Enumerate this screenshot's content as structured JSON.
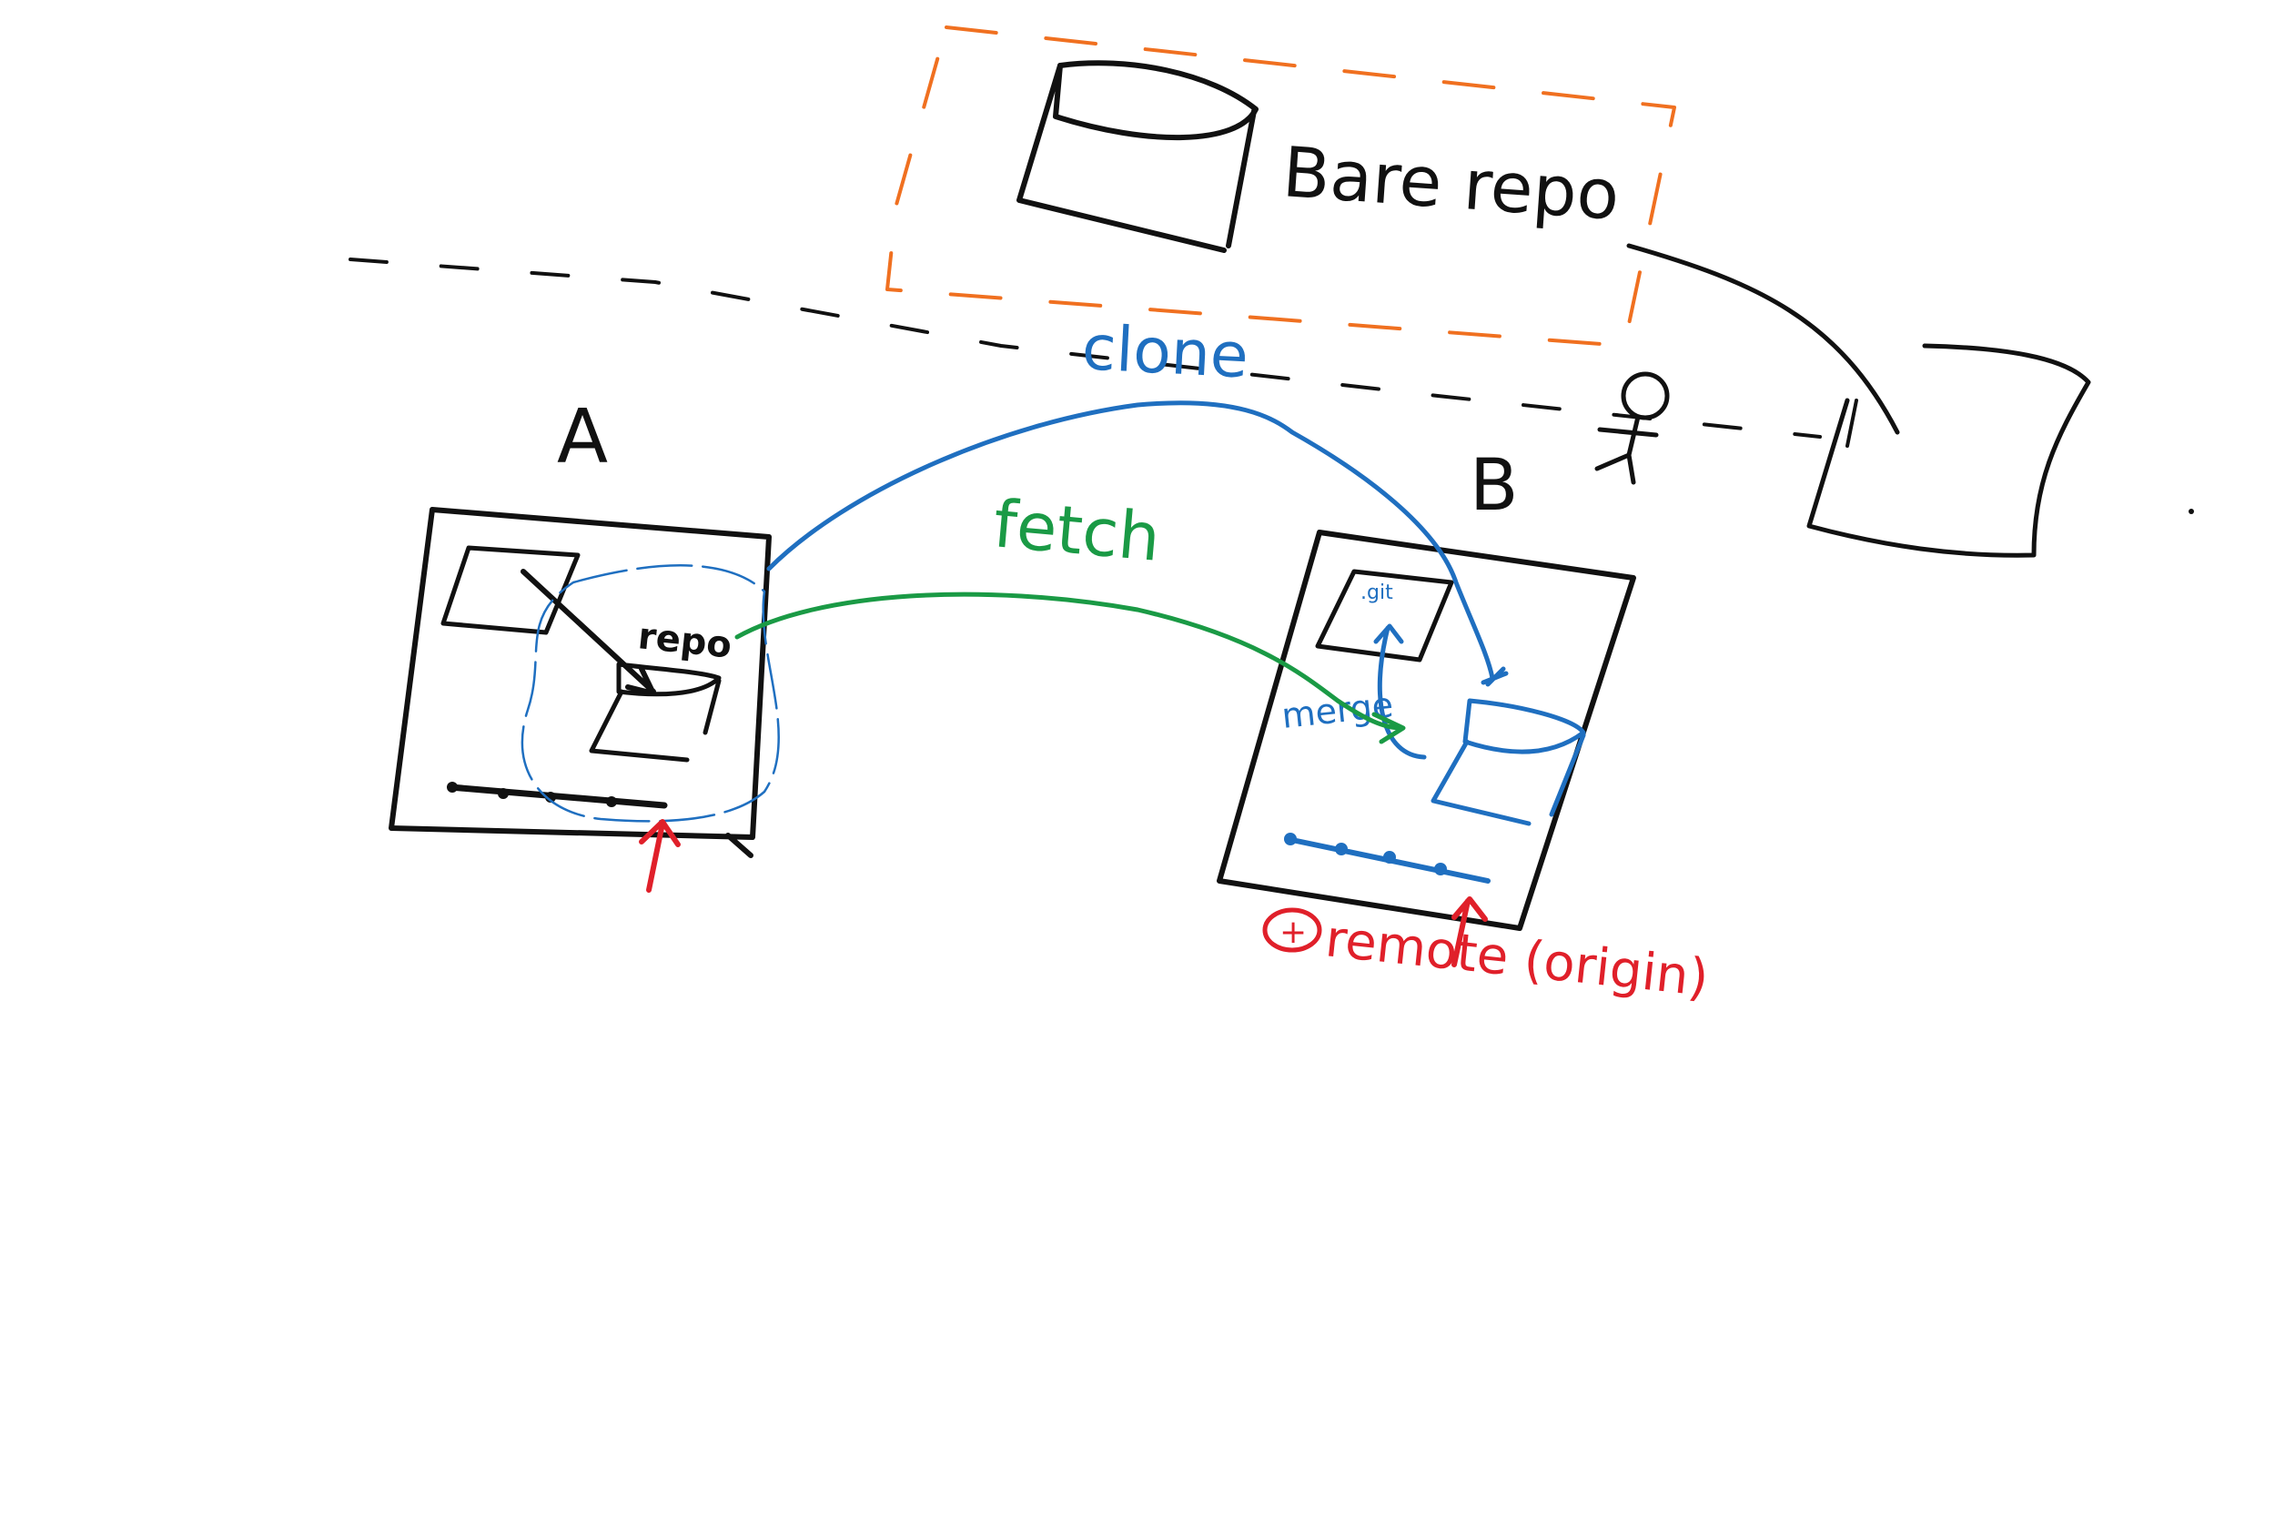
{
  "labels": {
    "bare_repo": "Bare repo",
    "clone": "clone",
    "fetch": "fetch",
    "machine_a": "A",
    "machine_b": "B",
    "repo": "repo",
    "git": ".git",
    "merge": "merge",
    "plus": "+",
    "remote_origin": "remote (origin)"
  },
  "colors": {
    "black": "#111111",
    "orange": "#f07020",
    "blue": "#1f6fc0",
    "green": "#1a9a45",
    "red": "#e0202a"
  }
}
